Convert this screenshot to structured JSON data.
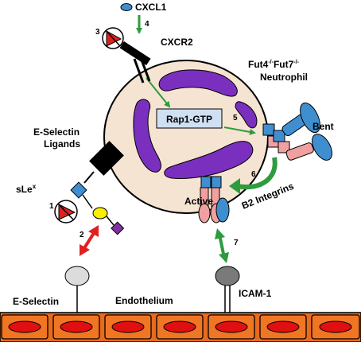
{
  "labels": {
    "cxcl1": "CXCL1",
    "cxcr2": "CXCR2",
    "genotype_line1": "Fut4",
    "genotype_sup1": "-/-",
    "genotype_mid": "Fut7",
    "genotype_sup2": "-/-",
    "genotype_line2": "Neutrophil",
    "rap1": "Rap1-GTP",
    "bent": "Bent",
    "active": "Active",
    "b2_integrins": "B2 Integrins",
    "e_selectin_ligands_1": "E-Selectin",
    "e_selectin_ligands_2": "Ligands",
    "slex": "sLe",
    "slex_sup": "x",
    "e_selectin": "E-Selectin",
    "endothelium": "Endothelium",
    "icam1": "ICAM-1"
  },
  "steps": {
    "s1": "1",
    "s2": "2",
    "s3": "3",
    "s4": "4",
    "s5": "5",
    "s6": "6",
    "s7": "7"
  },
  "colors": {
    "cell_fill": "#f6e4d2",
    "nucleus": "#7b2fbe",
    "rap1_box": "#cfe0f3",
    "blue": "#3f8fd0",
    "pink": "#f0a0a0",
    "green": "#2e9b3e",
    "red": "#e02020",
    "endothelial_cell": "#f07020",
    "endothelial_nucleus": "#e01010",
    "yellow": "#f8f000",
    "purple": "#8030a0",
    "grey_light": "#d8d8d8",
    "grey_dark": "#7a7a7a"
  }
}
